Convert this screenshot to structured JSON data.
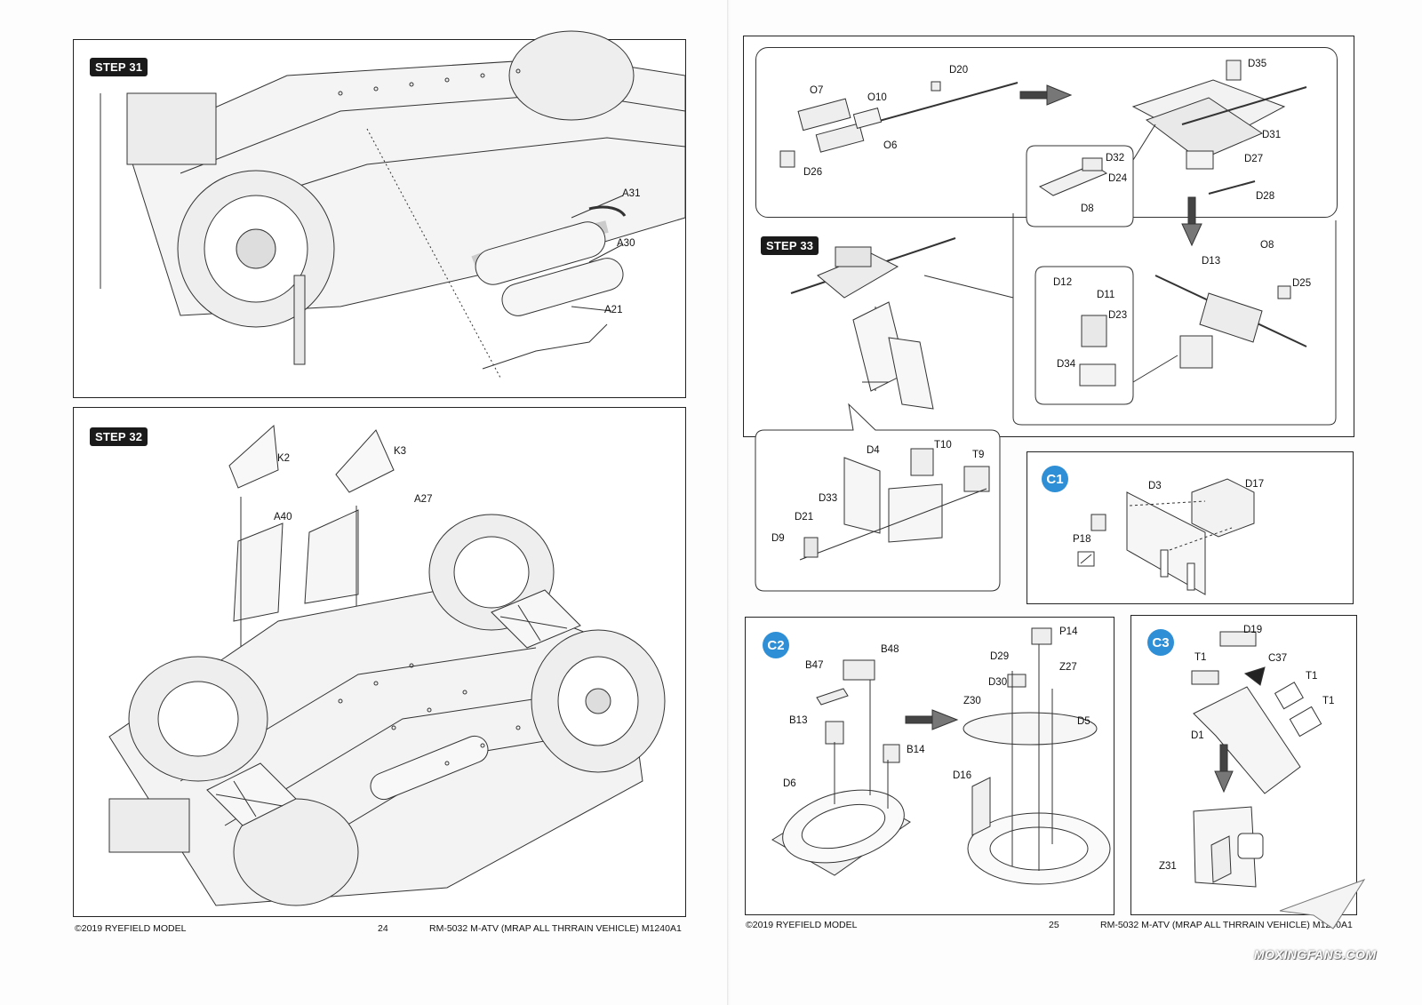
{
  "left_page": {
    "step31": {
      "badge": "STEP 31",
      "parts": [
        "A31",
        "A30",
        "A21"
      ]
    },
    "step32": {
      "badge": "STEP 32",
      "parts": [
        "K2",
        "K3",
        "A40",
        "A27"
      ]
    },
    "footer": {
      "copyright": "©2019 RYEFIELD MODEL",
      "page_number": "24",
      "title": "RM-5032 M-ATV (MRAP ALL THRRAIN VEHICLE) M1240A1"
    }
  },
  "right_page": {
    "gun_top": {
      "parts_a": [
        "D20",
        "O7",
        "O10",
        "O6",
        "D26"
      ],
      "parts_b": [
        "D35",
        "D31",
        "D27",
        "D28"
      ],
      "inset_parts": [
        "D32",
        "D24",
        "D8"
      ]
    },
    "step33": {
      "badge": "STEP 33",
      "inset_right": [
        "D12",
        "D11",
        "D23",
        "D34"
      ],
      "parts_c": [
        "O8",
        "D13",
        "D25"
      ],
      "inset_bottom": [
        "D4",
        "T10",
        "T9",
        "D33",
        "D21",
        "D9"
      ]
    },
    "c1": {
      "badge": "C1",
      "parts": [
        "D3",
        "D17",
        "P18"
      ]
    },
    "c2": {
      "badge": "C2",
      "parts": [
        "B48",
        "B47",
        "B13",
        "B14",
        "D6",
        "P14",
        "D29",
        "Z27",
        "D30",
        "Z30",
        "D5",
        "D16"
      ]
    },
    "c3": {
      "badge": "C3",
      "parts": [
        "D19",
        "T1",
        "C37",
        "T1",
        "T1",
        "D1",
        "Z31"
      ]
    },
    "footer": {
      "copyright": "©2019 RYEFIELD MODEL",
      "page_number": "25",
      "title": "RM-5032 M-ATV (MRAP ALL THRRAIN VEHICLE) M1240A1"
    }
  },
  "watermark": "MOXINGFANS.COM"
}
